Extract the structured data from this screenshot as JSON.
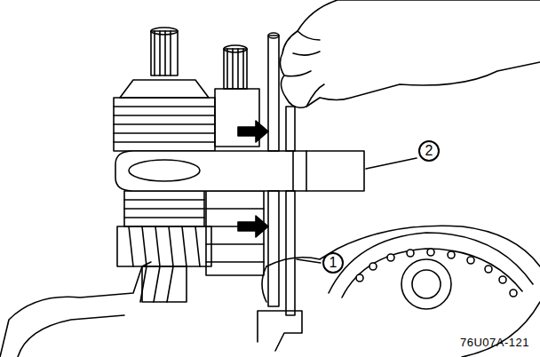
{
  "diagram": {
    "labels": [
      "1",
      "2",
      "76U07A-121"
    ]
  }
}
